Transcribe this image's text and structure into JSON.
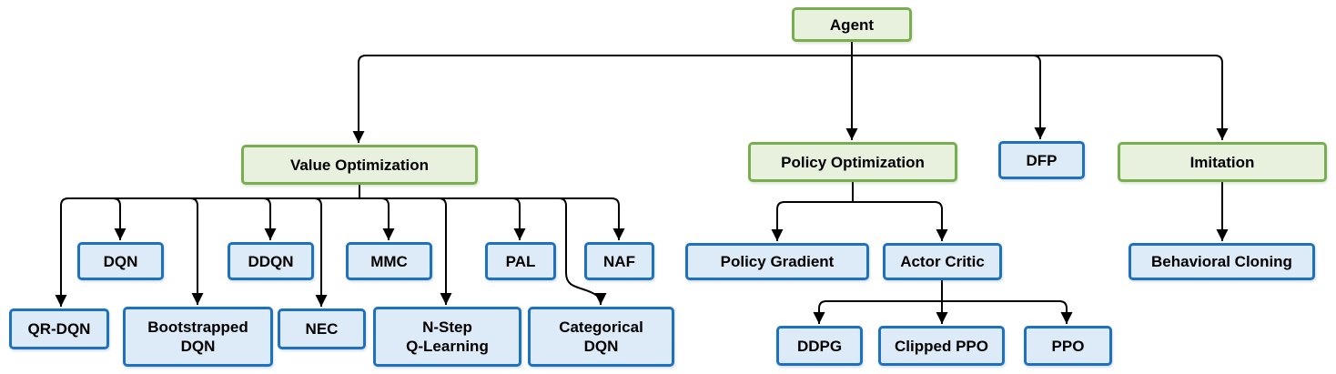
{
  "diagram": {
    "nodes": {
      "agent": {
        "label": "Agent",
        "type": "category"
      },
      "value_optimization": {
        "label": "Value Optimization",
        "type": "category"
      },
      "policy_optimization": {
        "label": "Policy Optimization",
        "type": "category"
      },
      "dfp": {
        "label": "DFP",
        "type": "algorithm"
      },
      "imitation": {
        "label": "Imitation",
        "type": "category"
      },
      "dqn": {
        "label": "DQN",
        "type": "algorithm"
      },
      "ddqn": {
        "label": "DDQN",
        "type": "algorithm"
      },
      "mmc": {
        "label": "MMC",
        "type": "algorithm"
      },
      "pal": {
        "label": "PAL",
        "type": "algorithm"
      },
      "naf": {
        "label": "NAF",
        "type": "algorithm"
      },
      "qr_dqn": {
        "label": "QR-DQN",
        "type": "algorithm"
      },
      "bootstrapped_dqn": {
        "label": "Bootstrapped\nDQN",
        "type": "algorithm"
      },
      "nec": {
        "label": "NEC",
        "type": "algorithm"
      },
      "n_step_q_learning": {
        "label": "N-Step\nQ-Learning",
        "type": "algorithm"
      },
      "categorical_dqn": {
        "label": "Categorical\nDQN",
        "type": "algorithm"
      },
      "policy_gradient": {
        "label": "Policy Gradient",
        "type": "algorithm"
      },
      "actor_critic": {
        "label": "Actor Critic",
        "type": "algorithm"
      },
      "ddpg": {
        "label": "DDPG",
        "type": "algorithm"
      },
      "clipped_ppo": {
        "label": "Clipped PPO",
        "type": "algorithm"
      },
      "ppo": {
        "label": "PPO",
        "type": "algorithm"
      },
      "behavioral_cloning": {
        "label": "Behavioral Cloning",
        "type": "algorithm"
      }
    },
    "edges": [
      [
        "Agent",
        "Value Optimization"
      ],
      [
        "Agent",
        "Policy Optimization"
      ],
      [
        "Agent",
        "DFP"
      ],
      [
        "Agent",
        "Imitation"
      ],
      [
        "Value Optimization",
        "QR-DQN"
      ],
      [
        "Value Optimization",
        "DQN"
      ],
      [
        "Value Optimization",
        "Bootstrapped DQN"
      ],
      [
        "Value Optimization",
        "DDQN"
      ],
      [
        "Value Optimization",
        "NEC"
      ],
      [
        "Value Optimization",
        "MMC"
      ],
      [
        "Value Optimization",
        "N-Step Q-Learning"
      ],
      [
        "Value Optimization",
        "PAL"
      ],
      [
        "Value Optimization",
        "Categorical DQN"
      ],
      [
        "Value Optimization",
        "NAF"
      ],
      [
        "Policy Optimization",
        "Policy Gradient"
      ],
      [
        "Policy Optimization",
        "Actor Critic"
      ],
      [
        "Actor Critic",
        "DDPG"
      ],
      [
        "Actor Critic",
        "Clipped PPO"
      ],
      [
        "Actor Critic",
        "PPO"
      ],
      [
        "Imitation",
        "Behavioral Cloning"
      ]
    ],
    "colors": {
      "category_border": "#79AE50",
      "category_fill": "#E7F1DE",
      "algorithm_border": "#1E70C1",
      "algorithm_fill": "#DDEAF7",
      "connector": "#000000",
      "text": "#000000"
    }
  }
}
